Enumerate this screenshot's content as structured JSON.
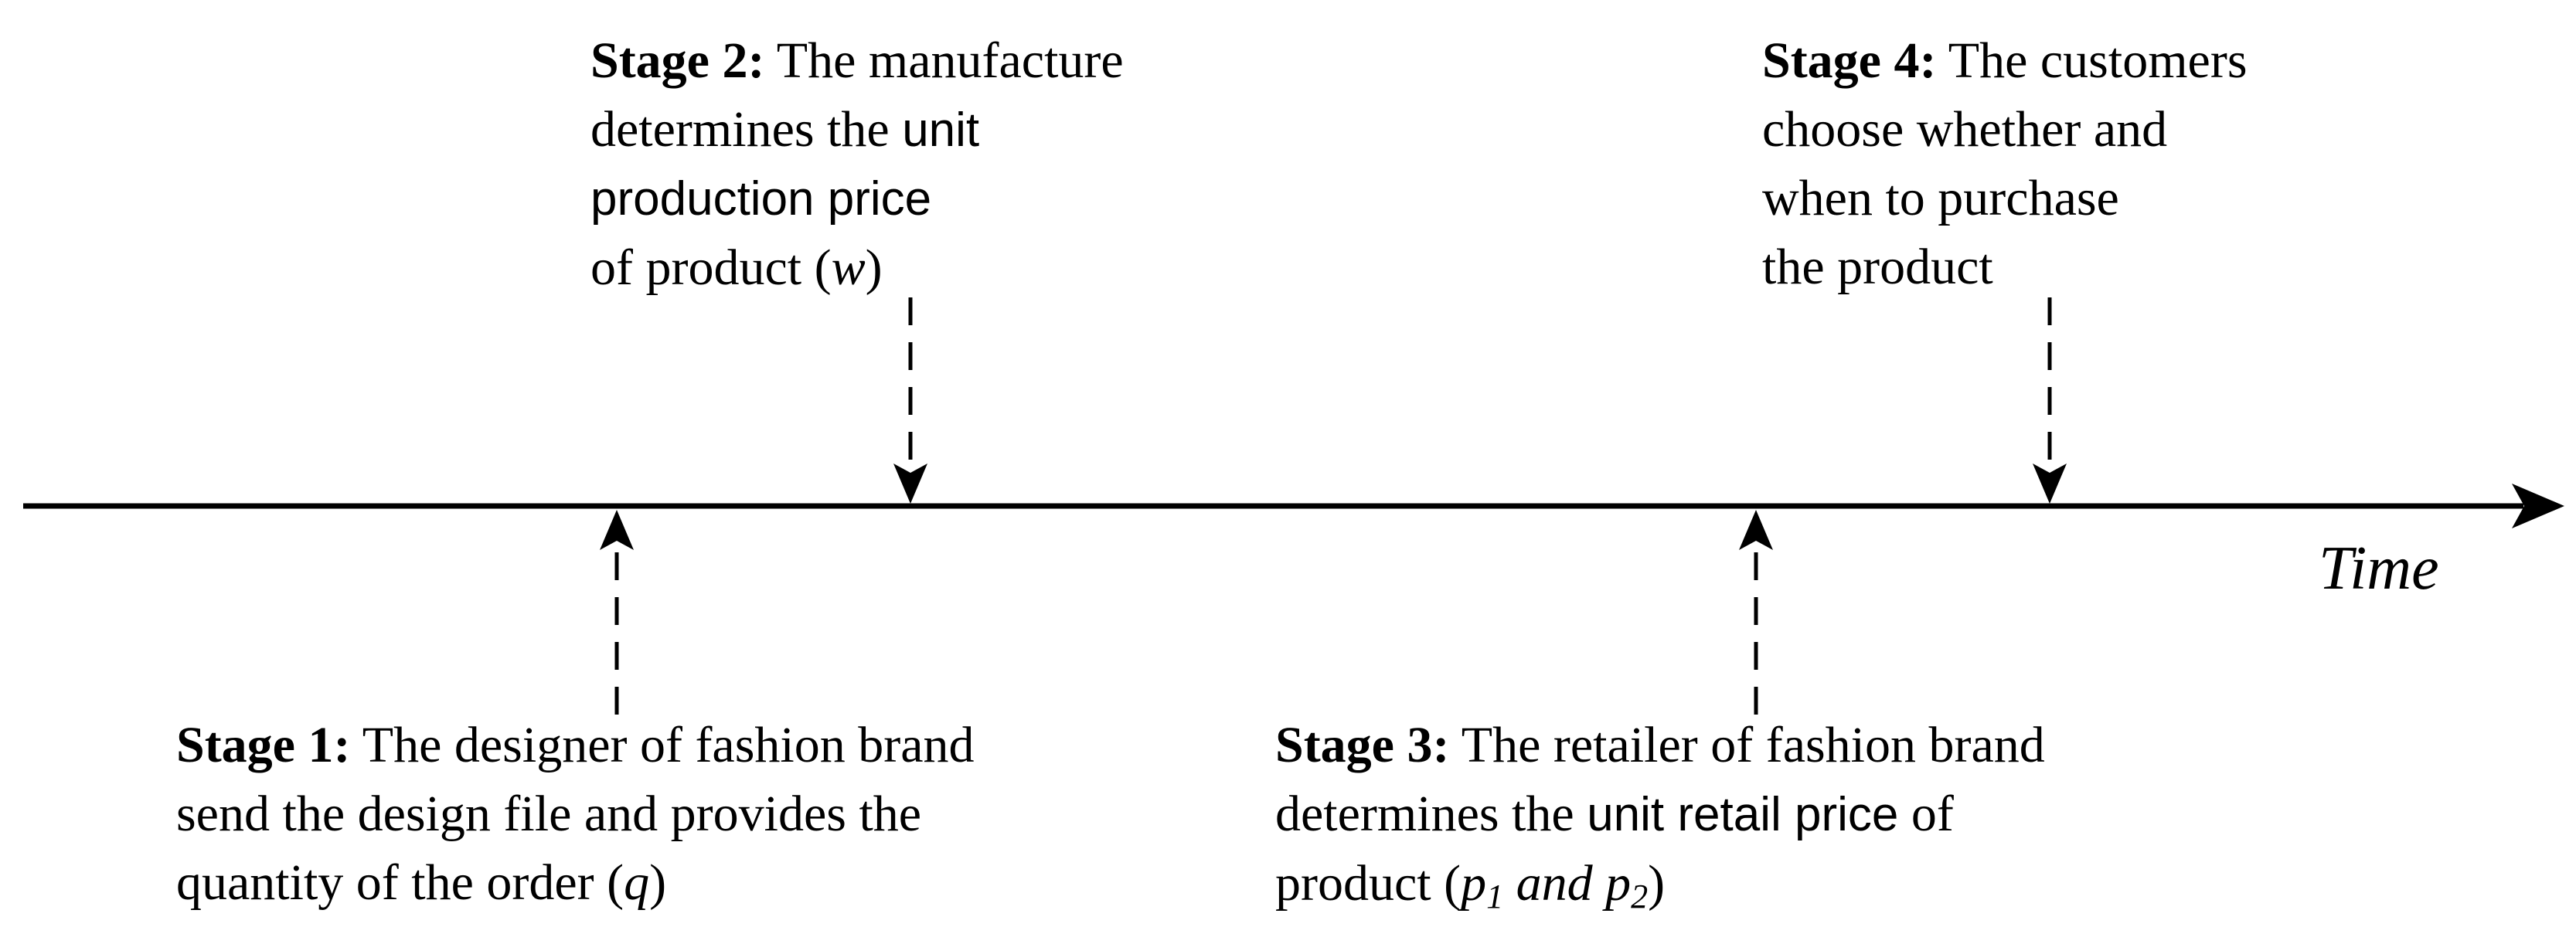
{
  "axis_label": "Time",
  "stage1": {
    "heading": "Stage 1:",
    "line1": "The designer of fashion brand",
    "line2": "send the design file and provides the",
    "line3_pre": "quantity of the order (",
    "line3_var": "q",
    "line3_post": ")"
  },
  "stage2": {
    "heading": "Stage 2:",
    "line1": "The manufacture",
    "line2_pre": "determines the ",
    "line2_em": "unit",
    "line3_em": "production price",
    "line4_pre": "of product (",
    "line4_var": "w",
    "line4_post": ")"
  },
  "stage3": {
    "heading": "Stage 3:",
    "line1": "The retailer of fashion brand",
    "line2_pre": "determines the ",
    "line2_em": "unit retail price",
    "line2_post": " of",
    "line3_pre": "product (",
    "line3_p": "p",
    "line3_sub1": "1",
    "line3_and": " and ",
    "line3_p2": "p",
    "line3_sub2": "2",
    "line3_post": ")"
  },
  "stage4": {
    "heading": "Stage 4:",
    "line1": "The customers",
    "line2": "choose whether and",
    "line3": "when to purchase",
    "line4": "the product"
  }
}
